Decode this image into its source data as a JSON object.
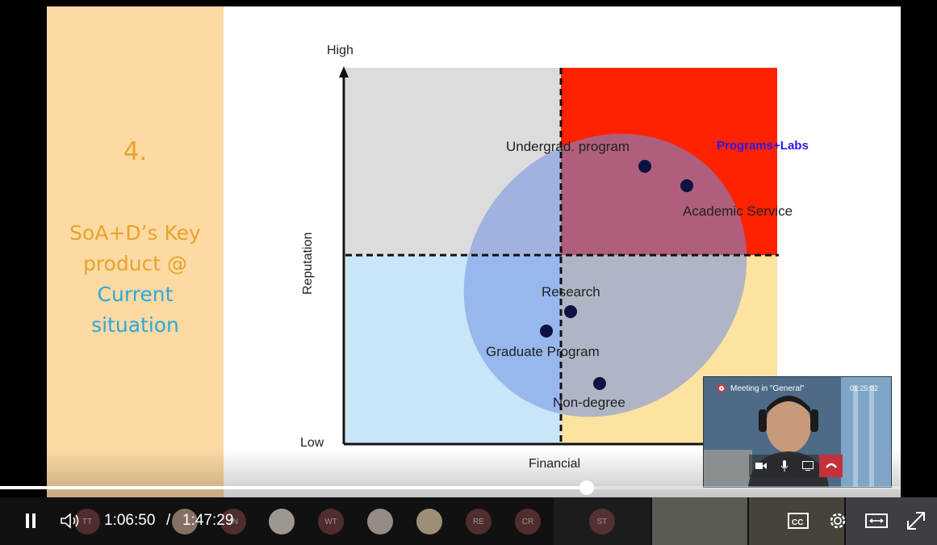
{
  "slide": {
    "panel_number": "4.",
    "panel_line1": "SoA+D’s Key",
    "panel_line2": "product @",
    "panel_line3": "Current",
    "panel_line4": "situation",
    "axis_y_high": "High",
    "axis_y_low": "Low",
    "axis_y_label": "Reputation",
    "axis_x_label": "Financial",
    "zone_label": "Programs+Labs",
    "points": [
      {
        "label": "Undergrad. program"
      },
      {
        "label": "Academic Service"
      },
      {
        "label": "Research"
      },
      {
        "label": "Graduate Program"
      },
      {
        "label": "Non-degree"
      }
    ],
    "colors": {
      "top_left": "#dcdcdc",
      "top_right": "#ff2200",
      "bottom_left": "#c9e6f8",
      "bottom_right": "#fde3a0",
      "ellipse": "#6f8fe3",
      "zone_label": "#2c17e8"
    }
  },
  "meeting": {
    "title": "Meeting in \"General\"",
    "elapsed": "01:25:02",
    "controls": [
      "camera-icon",
      "microphone-icon",
      "share-screen-icon",
      "hang-up-icon"
    ]
  },
  "player": {
    "current_time": "1:06:50",
    "separator": "/",
    "total_time": "1:47:29",
    "progress": 0.651,
    "participants": [
      "TT",
      "JN",
      "WT",
      "RE",
      "CR",
      "ST"
    ],
    "buttons": {
      "pause": "pause-icon",
      "volume": "volume-icon",
      "captions": "captions-icon",
      "settings": "gear-icon",
      "widescreen": "widescreen-icon",
      "fullscreen": "fullscreen-icon"
    }
  }
}
